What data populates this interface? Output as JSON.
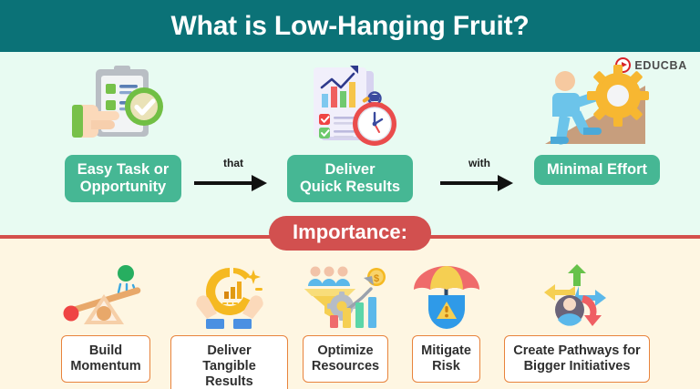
{
  "header": {
    "title": "What is Low-Hanging Fruit?",
    "background_color": "#0b7277",
    "text_color": "#ffffff"
  },
  "brand": {
    "name": "EDUCBA",
    "icon": "educba-play-circle-icon",
    "color": "#d8232a"
  },
  "theme": {
    "upper_band_color": "#e8fbf2",
    "lower_band_color": "#fef6e2",
    "divider_color": "#d4504c",
    "step_pill_color": "#46b794",
    "importance_pill_color": "#d2504f",
    "benefit_box_border_color": "#e8833c",
    "benefit_box_text_color": "#2f2f2f"
  },
  "process": {
    "steps": [
      {
        "label": "Easy Task or\nOpportunity",
        "line1": "Easy Task or",
        "line2": "Opportunity",
        "icon": "clipboard-checklist-hand-icon"
      },
      {
        "label": "Deliver\nQuick Results",
        "line1": "Deliver",
        "line2": "Quick Results",
        "icon": "report-chart-stopwatch-icon"
      },
      {
        "label": "Minimal Effort",
        "line1": "Minimal Effort",
        "line2": "",
        "icon": "person-pushing-gear-uphill-icon"
      }
    ],
    "connectors": [
      {
        "label": "that",
        "icon": "right-arrow-icon"
      },
      {
        "label": "with",
        "icon": "right-arrow-icon"
      }
    ]
  },
  "importance": {
    "heading": "Importance:",
    "items": [
      {
        "line1": "Build",
        "line2": "Momentum",
        "icon": "seesaw-balance-icon"
      },
      {
        "line1": "Deliver Tangible",
        "line2": "Results",
        "icon": "hands-holding-growth-chart-icon"
      },
      {
        "line1": "Optimize",
        "line2": "Resources",
        "icon": "funnel-gear-bar-chart-icon"
      },
      {
        "line1": "Mitigate",
        "line2": "Risk",
        "icon": "umbrella-shield-warning-icon"
      },
      {
        "line1": "Create Pathways for",
        "line2": "Bigger Initiatives",
        "icon": "person-multi-direction-arrows-icon"
      }
    ]
  }
}
